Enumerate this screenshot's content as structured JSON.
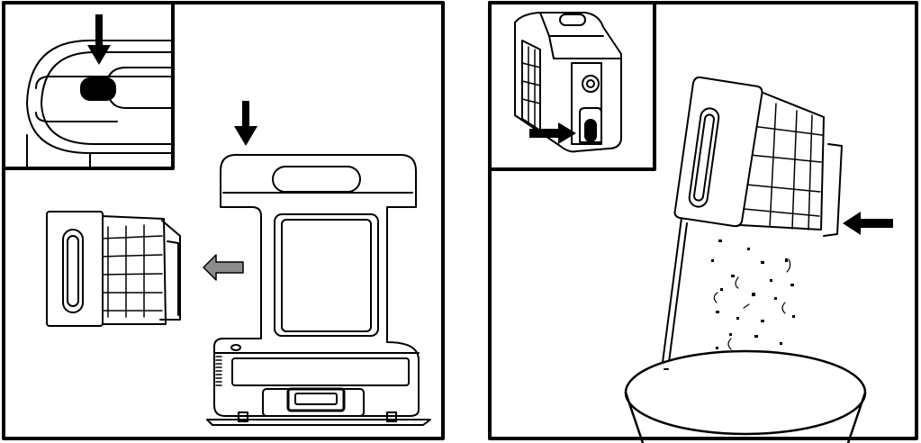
{
  "figure": {
    "panels": [
      {
        "id": "left-panel",
        "step": "remove-dust-bin",
        "inset": "press-release-button"
      },
      {
        "id": "right-panel",
        "step": "empty-dust-bin",
        "inset": "open-bin-latch"
      }
    ],
    "icons": {
      "down_arrow": "arrow-down-icon",
      "left_arrow": "arrow-left-icon",
      "right_arrow": "arrow-right-icon"
    },
    "colors": {
      "line": "#000000",
      "background": "#ffffff",
      "gray_arrow": "#8c8c8c"
    }
  }
}
